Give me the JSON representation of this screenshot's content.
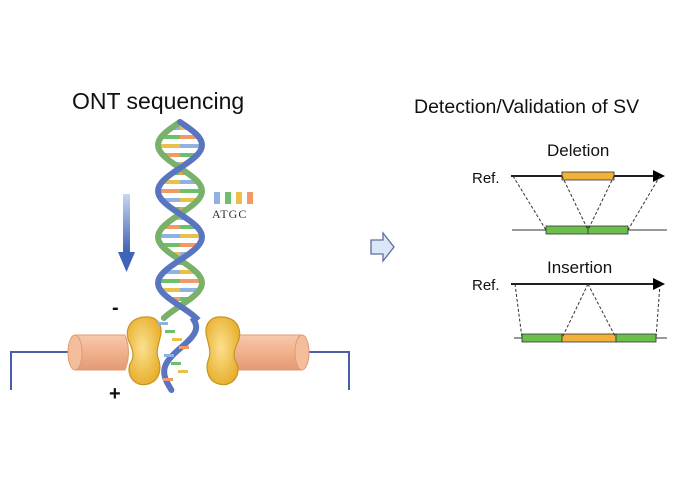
{
  "left": {
    "title": "ONT sequencing",
    "minus": "-",
    "plus": "+",
    "bases_label": "ATGC",
    "base_colors": [
      "#8fb2e0",
      "#6cc06a",
      "#e9c14a",
      "#f19a66"
    ]
  },
  "right": {
    "title": "Detection/Validation of SV",
    "deletion": {
      "label": "Deletion",
      "ref_label": "Ref."
    },
    "insertion": {
      "label": "Insertion",
      "ref_label": "Ref."
    }
  },
  "colors": {
    "strand_blue": "#5a75c0",
    "strand_green": "#79b06a",
    "arrow_blue": "#3f63b6",
    "membrane": "#f0b18d",
    "pore": "#f2c24e",
    "segment_green": "#6dbf4b",
    "segment_orange": "#f2b23a",
    "flow_arrow_fill": "#dbe7f7",
    "flow_arrow_stroke": "#5a6f99"
  },
  "icons": {
    "direction_arrow": "down-arrow-icon",
    "flow_arrow": "right-arrow-icon"
  }
}
